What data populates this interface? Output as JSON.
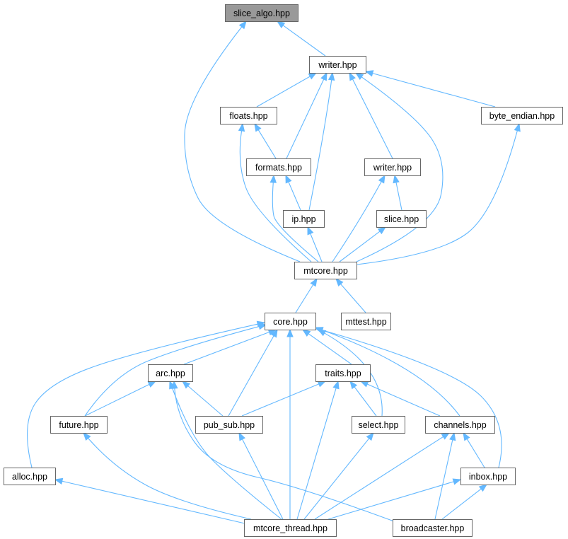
{
  "graph": {
    "root": "slice_algo.hpp",
    "nodes": [
      {
        "id": "slice_algo",
        "label": "slice_algo.hpp",
        "root": true
      },
      {
        "id": "writer_top",
        "label": "writer.hpp"
      },
      {
        "id": "floats",
        "label": "floats.hpp"
      },
      {
        "id": "byte_endian",
        "label": "byte_endian.hpp"
      },
      {
        "id": "formats",
        "label": "formats.hpp"
      },
      {
        "id": "writer_mid",
        "label": "writer.hpp"
      },
      {
        "id": "ip",
        "label": "ip.hpp"
      },
      {
        "id": "slice",
        "label": "slice.hpp"
      },
      {
        "id": "mtcore",
        "label": "mtcore.hpp"
      },
      {
        "id": "core",
        "label": "core.hpp"
      },
      {
        "id": "mttest",
        "label": "mttest.hpp"
      },
      {
        "id": "arc",
        "label": "arc.hpp"
      },
      {
        "id": "traits",
        "label": "traits.hpp"
      },
      {
        "id": "future",
        "label": "future.hpp"
      },
      {
        "id": "pub_sub",
        "label": "pub_sub.hpp"
      },
      {
        "id": "select",
        "label": "select.hpp"
      },
      {
        "id": "channels",
        "label": "channels.hpp"
      },
      {
        "id": "alloc",
        "label": "alloc.hpp"
      },
      {
        "id": "inbox",
        "label": "inbox.hpp"
      },
      {
        "id": "mtcore_thread",
        "label": "mtcore_thread.hpp"
      },
      {
        "id": "broadcaster",
        "label": "broadcaster.hpp"
      }
    ],
    "edges": [
      {
        "from": "writer_top",
        "to": "slice_algo"
      },
      {
        "from": "mtcore",
        "to": "slice_algo"
      },
      {
        "from": "floats",
        "to": "writer_top"
      },
      {
        "from": "formats",
        "to": "writer_top"
      },
      {
        "from": "ip",
        "to": "writer_top"
      },
      {
        "from": "writer_mid",
        "to": "writer_top"
      },
      {
        "from": "mtcore",
        "to": "writer_top"
      },
      {
        "from": "byte_endian",
        "to": "writer_top"
      },
      {
        "from": "formats",
        "to": "floats"
      },
      {
        "from": "mtcore",
        "to": "floats"
      },
      {
        "from": "ip",
        "to": "formats"
      },
      {
        "from": "mtcore",
        "to": "formats"
      },
      {
        "from": "mtcore",
        "to": "writer_mid"
      },
      {
        "from": "slice",
        "to": "writer_mid"
      },
      {
        "from": "mtcore",
        "to": "ip"
      },
      {
        "from": "mtcore",
        "to": "slice"
      },
      {
        "from": "mtcore",
        "to": "byte_endian"
      },
      {
        "from": "core",
        "to": "mtcore"
      },
      {
        "from": "mttest",
        "to": "mtcore"
      },
      {
        "from": "arc",
        "to": "core"
      },
      {
        "from": "future",
        "to": "core"
      },
      {
        "from": "alloc",
        "to": "core"
      },
      {
        "from": "pub_sub",
        "to": "core"
      },
      {
        "from": "mtcore_thread",
        "to": "core"
      },
      {
        "from": "traits",
        "to": "core"
      },
      {
        "from": "select",
        "to": "core"
      },
      {
        "from": "channels",
        "to": "core"
      },
      {
        "from": "inbox",
        "to": "core"
      },
      {
        "from": "future",
        "to": "arc"
      },
      {
        "from": "pub_sub",
        "to": "arc"
      },
      {
        "from": "mtcore_thread",
        "to": "arc"
      },
      {
        "from": "broadcaster",
        "to": "arc"
      },
      {
        "from": "pub_sub",
        "to": "traits"
      },
      {
        "from": "mtcore_thread",
        "to": "traits"
      },
      {
        "from": "select",
        "to": "traits"
      },
      {
        "from": "channels",
        "to": "traits"
      },
      {
        "from": "mtcore_thread",
        "to": "future"
      },
      {
        "from": "mtcore_thread",
        "to": "pub_sub"
      },
      {
        "from": "mtcore_thread",
        "to": "select"
      },
      {
        "from": "mtcore_thread",
        "to": "channels"
      },
      {
        "from": "broadcaster",
        "to": "channels"
      },
      {
        "from": "inbox",
        "to": "channels"
      },
      {
        "from": "mtcore_thread",
        "to": "alloc"
      },
      {
        "from": "mtcore_thread",
        "to": "inbox"
      },
      {
        "from": "broadcaster",
        "to": "inbox"
      }
    ]
  }
}
